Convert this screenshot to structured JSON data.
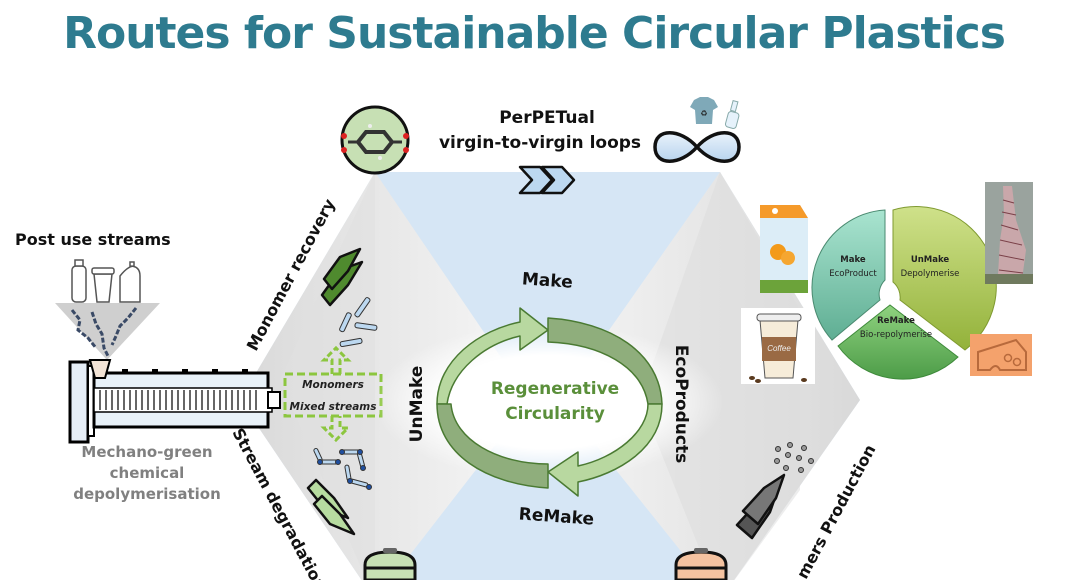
{
  "title": "Routes for Sustainable Circular Plastics",
  "top_loop": {
    "line1": "PerPETual",
    "line2": "virgin-to-virgin loops"
  },
  "left": {
    "heading": "Post use streams",
    "process_line1": "Mechano-green",
    "process_line2": "chemical",
    "process_line3": "depolymerisation"
  },
  "side_labels": {
    "monomer_recovery": "Monomer recovery",
    "stream_degradation": "Stream degradation",
    "polymers_production": "mers Production"
  },
  "output_box": {
    "line1": "Monomers",
    "line2": "Mixed streams"
  },
  "cycle": {
    "make": "Make",
    "unmake": "UnMake",
    "remake": "ReMake",
    "ecoproducts": "EcoProducts",
    "center_line1": "Regenerative",
    "center_line2": "Circularity"
  },
  "pie": {
    "segments": [
      {
        "title": "Make",
        "subtitle": "EcoProduct",
        "color": "#6cc2a4"
      },
      {
        "title": "UnMake",
        "subtitle": "Depolymerise",
        "color": "#a6c34a"
      },
      {
        "title": "ReMake",
        "subtitle": "Bio-repolymerise",
        "color": "#5fb05a"
      }
    ]
  },
  "icons": {
    "coffee_cup_text": "Coffee"
  },
  "colors": {
    "title": "#2e7b8f",
    "hex_blue": "#d6e6f5",
    "hex_gray": "#e4e4e4",
    "green_dark": "#4a7a32",
    "green_light": "#b8d8a0",
    "dashed_green": "#8cc63f"
  }
}
